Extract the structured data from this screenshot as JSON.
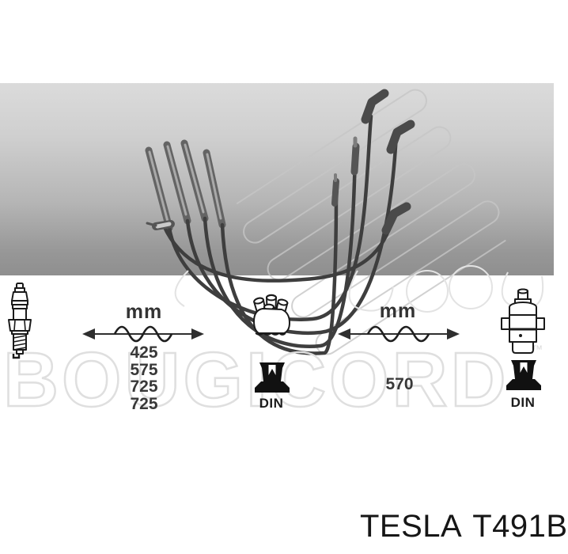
{
  "product": {
    "brand": "TESLA",
    "part_number": "T491B"
  },
  "watermark": {
    "text": "BOUGICORD",
    "trademark": "™"
  },
  "photo": {
    "description": "ignition-cable-set-photo"
  },
  "diagram": {
    "plug_leads": {
      "unit_label": "mm",
      "lengths": [
        "425",
        "575",
        "725",
        "725"
      ]
    },
    "coil_lead": {
      "unit_label": "mm",
      "length": "570"
    },
    "connectors": {
      "distributor_din_label": "DIN",
      "coil_din_label": "DIN"
    },
    "icons": {
      "left": "spark-plug-icon",
      "middle": "distributor-cap-icon",
      "right": "ignition-coil-icon",
      "boot": "din-boot-icon"
    },
    "colors": {
      "text": "#383838",
      "line_art": "#1a1a1a",
      "watermark": "#dfdfdf",
      "photo_gradient_top": "#dbdbdb",
      "photo_gradient_bottom": "#8f8f8f",
      "cable": "#3e3e3e"
    }
  }
}
